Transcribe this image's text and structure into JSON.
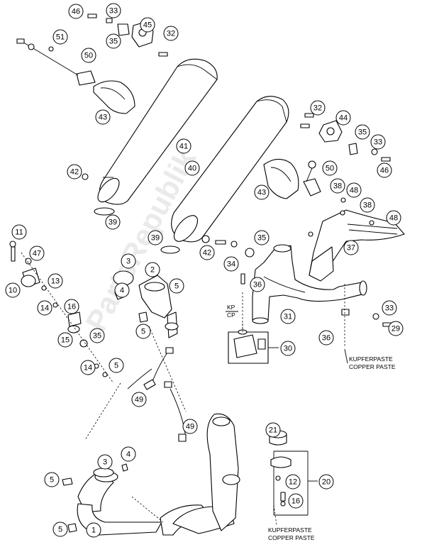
{
  "diagram": {
    "watermark": "PartsRepublik",
    "notes": {
      "kp_cp": [
        "KP",
        "CP"
      ],
      "paste_1": [
        "KUPFERPASTE",
        "COPPER PASTE"
      ],
      "paste_2": [
        "KUPFERPASTE",
        "COPPER PASTE"
      ]
    },
    "callouts": [
      "46",
      "33",
      "45",
      "32",
      "51",
      "35",
      "50",
      "43",
      "41",
      "40",
      "42",
      "39",
      "32",
      "44",
      "35",
      "33",
      "46",
      "50",
      "38",
      "48",
      "43",
      "38",
      "48",
      "37",
      "39",
      "35",
      "42",
      "34",
      "11",
      "47",
      "3",
      "2",
      "13",
      "4",
      "5",
      "10",
      "36",
      "14",
      "16",
      "31",
      "15",
      "35",
      "5",
      "30",
      "14",
      "5",
      "33",
      "29",
      "49",
      "36",
      "49",
      "21",
      "3",
      "4",
      "5",
      "12",
      "20",
      "5",
      "1",
      "16"
    ]
  }
}
